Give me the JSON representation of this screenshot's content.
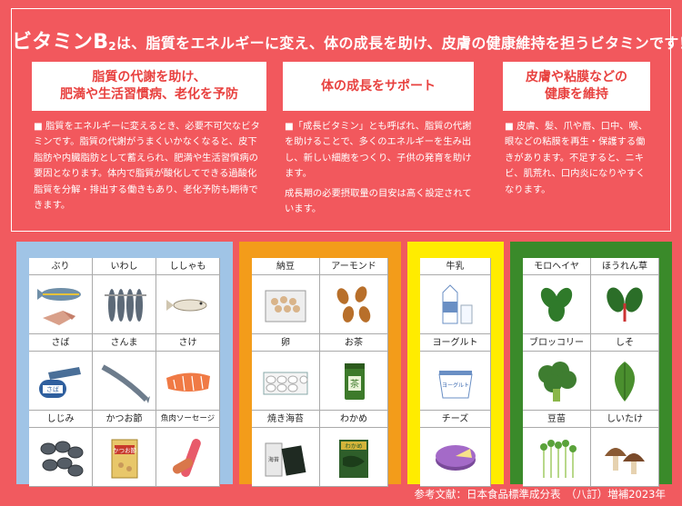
{
  "headline": {
    "vitamin": "ビタミンB",
    "sub": "2",
    "rest": "は、脂質をエネルギーに変え、体の成長を助け、皮膚の健康維持を担うビタミンです！"
  },
  "columns": [
    {
      "title_line1": "脂質の代謝を助け、",
      "title_line2": "肥満や生活習慣病、老化を予防",
      "body": "■ 脂質をエネルギーに変えるとき、必要不可欠なビタミンです。脂質の代謝がうまくいかなくなると、皮下脂肪や内臓脂肪として蓄えられ、肥満や生活習慣病の要因となります。体内で脂質が酸化してできる過酸化脂質を分解・排出する働きもあり、老化予防も期待できます。"
    },
    {
      "title_line1": "体の成長をサポート",
      "title_line2": "",
      "body": "■「成長ビタミン」とも呼ばれ、脂質の代謝を助けることで、多くのエネルギーを生み出し、新しい細胞をつくり、子供の発育を助けます。",
      "body2": "成長期の必要摂取量の目安は高く設定されています。"
    },
    {
      "title_line1": "皮膚や粘膜などの",
      "title_line2": "健康を維持",
      "body": "■ 皮膚、髪、爪や唇、口中、喉、眼などの粘膜を再生・保護する働きがあります。不足すると、ニキビ、肌荒れ、口内炎になりやすくなります。"
    }
  ],
  "foods": {
    "blue": [
      "ぶり",
      "いわし",
      "ししゃも",
      "さば",
      "さんま",
      "さけ",
      "しじみ",
      "かつお節",
      "魚肉ソーセージ"
    ],
    "orange": [
      "納豆",
      "アーモンド",
      "卵",
      "お茶",
      "焼き海苔",
      "わかめ"
    ],
    "yellow": [
      "牛乳",
      "ヨーグルト",
      "チーズ"
    ],
    "green": [
      "モロヘイヤ",
      "ほうれん草",
      "ブロッコリー",
      "しそ",
      "豆苗",
      "しいたけ"
    ]
  },
  "pic_text": {
    "saba_can": "さば",
    "katsuo": "かつお節",
    "tea": "茶",
    "nori": "海苔",
    "wakame": "わかめ",
    "yogurt": "ヨーグルト"
  },
  "reference": "参考文献：日本食品標準成分表　（八訂）増補2023年",
  "colors": {
    "background": "#f15a5f",
    "title_text": "#e8413f",
    "blue_group": "#a0c4e6",
    "orange_group": "#f39c1a",
    "yellow_group": "#ffec00",
    "green_group": "#3a8a2a"
  }
}
